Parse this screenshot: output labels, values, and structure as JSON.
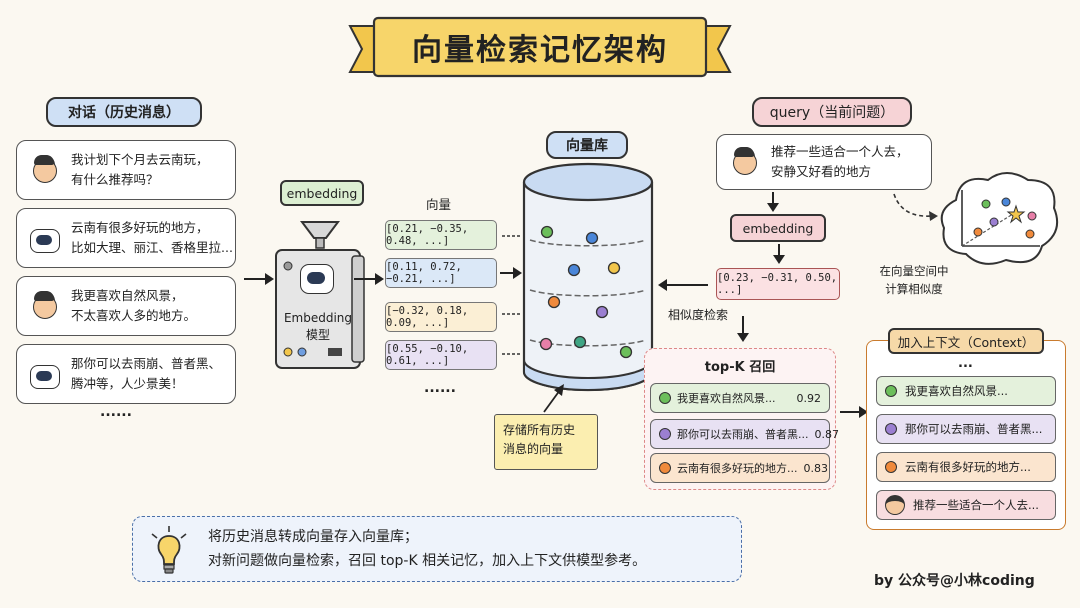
{
  "title": "向量检索记忆架构",
  "dialogue": {
    "label": "对话（历史消息）",
    "messages": [
      {
        "role": "user",
        "line1": "我计划下个月去云南玩，",
        "line2": "有什么推荐吗？"
      },
      {
        "role": "bot",
        "line1": "云南有很多好玩的地方，",
        "line2": "比如大理、丽江、香格里拉..."
      },
      {
        "role": "user",
        "line1": "我更喜欢自然风景，",
        "line2": "不太喜欢人多的地方。"
      },
      {
        "role": "bot",
        "line1": "那你可以去雨崩、普者黑、",
        "line2": "腾冲等，人少景美！"
      }
    ],
    "more": "......"
  },
  "embedding_model": {
    "tag": "embedding",
    "name_line1": "Embedding",
    "name_line2": "模型"
  },
  "vectors": {
    "label": "向量",
    "items": [
      {
        "text": "[0.21, −0.35, 0.48, ...]",
        "color": "#e4f1dc"
      },
      {
        "text": "[0.11, 0.72, −0.21, ...]",
        "color": "#dbe8f7"
      },
      {
        "text": "[−0.32, 0.18, 0.09, ...]",
        "color": "#fbefd5"
      },
      {
        "text": "[0.55, −0.10, 0.61, ...]",
        "color": "#e8e1f3"
      }
    ],
    "more": "......"
  },
  "vector_db": {
    "label": "向量库",
    "note_line1": "存储所有历史",
    "note_line2": "消息的向量"
  },
  "query": {
    "label": "query（当前问题）",
    "line1": "推荐一些适合一个人去，",
    "line2": "安静又好看的地方",
    "embedding_tag": "embedding",
    "vector": "[0.23, −0.31, 0.50, ...]",
    "space_line1": "在向量空间中",
    "space_line2": "计算相似度",
    "search_label": "相似度检索"
  },
  "topk": {
    "title": "top-K 召回",
    "items": [
      {
        "text": "我更喜欢自然风景...",
        "score": "0.92",
        "dot": "#6cbf5b",
        "bg": "#e4f1dc"
      },
      {
        "text": "那你可以去雨崩、普者黑...",
        "score": "0.87",
        "dot": "#9b7fd1",
        "bg": "#e8e1f3"
      },
      {
        "text": "云南有很多好玩的地方...",
        "score": "0.83",
        "dot": "#f08a3c",
        "bg": "#fbe5cf"
      }
    ]
  },
  "context": {
    "label": "加入上下文（Context）",
    "more": "...",
    "items": [
      {
        "text": "我更喜欢自然风景...",
        "dot": "#6cbf5b",
        "bg": "#e4f1dc"
      },
      {
        "text": "那你可以去雨崩、普者黑...",
        "dot": "#9b7fd1",
        "bg": "#e8e1f3"
      },
      {
        "text": "云南有很多好玩的地方...",
        "dot": "#f08a3c",
        "bg": "#fbe5cf"
      },
      {
        "text": "推荐一些适合一个人去...",
        "dot": "",
        "bg": "#f8dde0"
      }
    ]
  },
  "summary": {
    "line1": "将历史消息转成向量存入向量库；",
    "line2": "对新问题做向量检索，召回 top-K 相关记忆，加入上下文供模型参考。"
  },
  "credit": "by 公众号@小林coding",
  "colors": {
    "title_bg": "#f7d56a",
    "blue_label": "#cfe0f5",
    "green_label": "#dcefd2",
    "pink_label": "#f6d3d6",
    "orange_label": "#f6d9a8",
    "note_bg": "#fbeeb0"
  }
}
